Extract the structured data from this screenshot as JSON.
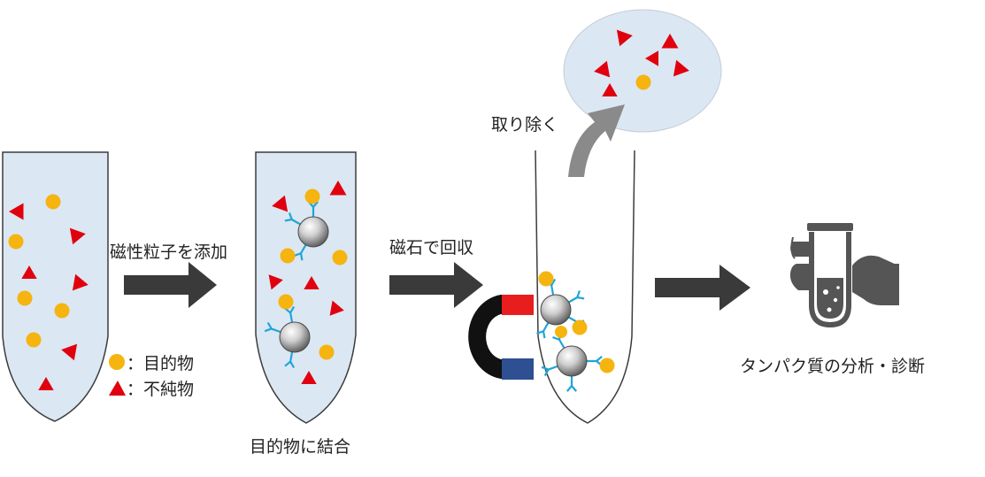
{
  "colors": {
    "tube_fill": "#dbe7f3",
    "tube_outline": "#3c3c3c",
    "arrow": "#3a3a3a",
    "target": "#f5b40f",
    "impurity": "#e0000e",
    "antibody": "#1ea6d8",
    "magnet_black": "#111111",
    "magnet_red": "#e81e1e",
    "magnet_blue": "#2e4f92",
    "bubble_fill": "#dbe7f3",
    "curved_arrow": "#8a8a8a",
    "icon_gray": "#555555"
  },
  "legend": {
    "target_label": "：目的物",
    "impurity_label": "：不純物"
  },
  "steps": {
    "add_particles": "磁性粒子を添加",
    "bind_target": "目的物に結合",
    "collect_magnet": "磁石で回収",
    "remove": "取り除く",
    "analysis": "タンパク質の分析・診断"
  },
  "icons": {
    "magnet": "horseshoe-magnet-icon",
    "test_tube_hand": "hand-holding-test-tube-icon"
  }
}
